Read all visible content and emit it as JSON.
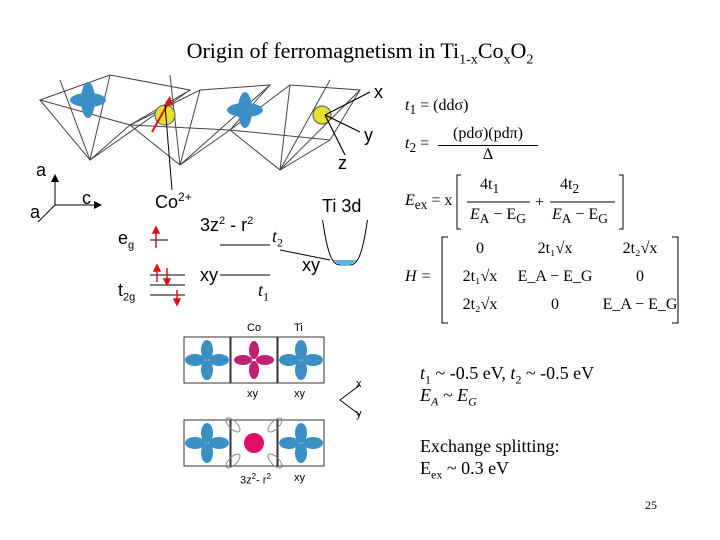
{
  "title": {
    "main": "Origin of ferromagnetism in Ti",
    "sub1": "1-x",
    "co": "Co",
    "subx": "x",
    "o": "O",
    "sub2": "2"
  },
  "lattice": {
    "x_axis": "x",
    "y_axis": "y",
    "z_axis": "z"
  },
  "axes_left": {
    "a_up": "a",
    "c": "c",
    "a_diag": "a"
  },
  "co_label": {
    "text": "Co",
    "sup": "2+"
  },
  "levels": {
    "eg": "e",
    "eg_sub": "g",
    "t2g": "t",
    "t2g_sub": "2g",
    "orbital_upper": "3z",
    "orbital_upper_sup": "2",
    "orbital_upper_tail": " - r",
    "orbital_upper_sup2": "2",
    "orbital_lower": "xy",
    "ti_label": "Ti 3d",
    "ti_xy": "xy",
    "hop_t2": "t",
    "hop_t2_sub": "2",
    "hop_t1": "t",
    "hop_t1_sub": "1"
  },
  "equations": {
    "t1_lhs": "t",
    "t1_sub": "1",
    "t1_rhs": "= (ddσ)",
    "t2_lhs": "t",
    "t2_sub": "2",
    "t2_num": "(pdσ)(pdπ)",
    "t2_den": "Δ",
    "eex_lhs": "E",
    "eex_sub": "ex",
    "eex_x": "= x",
    "frac_num": "4t",
    "frac_num_sub1": "1",
    "frac_num_sub2": "2",
    "frac_den": "E",
    "frac_den_sub_a": "A",
    "frac_den_mid": " − E",
    "frac_den_sub_g": "G",
    "h_lhs": "H =",
    "matrix": [
      [
        "0",
        "2t₁√x",
        "2t₂√x"
      ],
      [
        "2t₁√x",
        "E_A − E_G",
        "0"
      ],
      [
        "2t₂√x",
        "0",
        "E_A − E_G"
      ]
    ]
  },
  "orbital_panel": {
    "co_label": "Co",
    "ti_label": "Ti",
    "xy1": "xy",
    "xy2": "xy",
    "bottom_label": "3z",
    "bottom_label_sup": "2",
    "bottom_label_tail": "- r",
    "bottom_label_sup2": "2",
    "xy3": "xy",
    "axis_x": "x",
    "axis_y": "y"
  },
  "notes": {
    "line1_t1": "t",
    "line1_s1": "1",
    "line1_mid": " ~ -0.5 eV,  ",
    "line1_t2": "t",
    "line1_s2": "2",
    "line1_end": " ~ -0.5 eV",
    "line2_e": "E",
    "line2_sa": "A",
    "line2_mid": " ~ E",
    "line2_sg": "G",
    "line3": "Exchange splitting:",
    "line4_e": "E",
    "line4_s": "ex",
    "line4_end": " ~ 0.3 eV"
  },
  "page_number": "25",
  "colors": {
    "orbital": "#3a8fc4",
    "co_orbital": "#c02070",
    "co_atom": "#e8e030",
    "arrow": "#e01010"
  }
}
